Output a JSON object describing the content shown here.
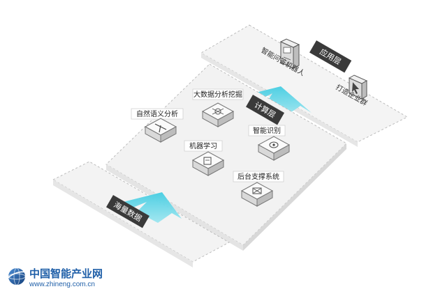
{
  "layers": {
    "application": "应用层",
    "compute": "计算层",
    "data": "海量数据"
  },
  "application_items": [
    {
      "label": "智能问答机器人",
      "icon": "robot-cabinet-icon"
    },
    {
      "label": "打造企业群",
      "icon": "cursor-pointer-icon"
    }
  ],
  "compute_modules": [
    {
      "label": "大数据分析挖掘",
      "icon": "network-analysis-icon"
    },
    {
      "label": "自然语义分析",
      "icon": "text-analysis-icon"
    },
    {
      "label": "智能识别",
      "icon": "recognition-icon"
    },
    {
      "label": "机器学习",
      "icon": "document-icon"
    },
    {
      "label": "后台支撑系统",
      "icon": "gear-system-icon"
    }
  ],
  "logo": {
    "title": "中国智能产业网",
    "url": "www.zhineng.com.cn"
  },
  "colors": {
    "arrow": "#5ad4e6",
    "platform": "#f1f1f1",
    "dashed": "#bdbdbd",
    "label_bg": "#3a3a3a",
    "logo_blue": "#1f5fa8"
  }
}
